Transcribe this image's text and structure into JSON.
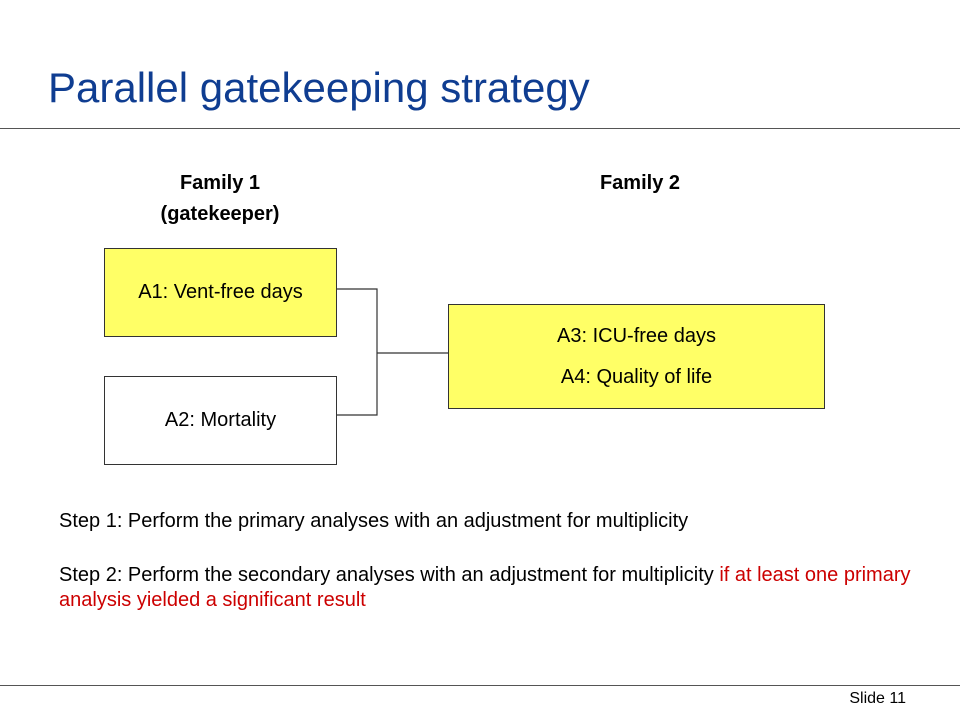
{
  "slide": {
    "title": "Parallel gatekeeping strategy",
    "footer": "Slide 11"
  },
  "families": {
    "family1": {
      "line1": "Family 1",
      "line2": "(gatekeeper)"
    },
    "family2": {
      "label": "Family 2"
    }
  },
  "boxes": {
    "a1": "A1: Vent-free days",
    "a2": "A2: Mortality",
    "a3": "A3: ICU-free days",
    "a4": "A4: Quality of life"
  },
  "steps": {
    "step1": "Step 1: Perform the primary analyses with an adjustment for multiplicity",
    "step2_plain": "Step 2: Perform the secondary analyses with an adjustment for multiplicity ",
    "step2_highlight": "if at least one primary analysis yielded a significant result"
  },
  "colors": {
    "title": "#0f3d91",
    "box_fill": "#ffff66",
    "highlight": "#cc0000"
  }
}
